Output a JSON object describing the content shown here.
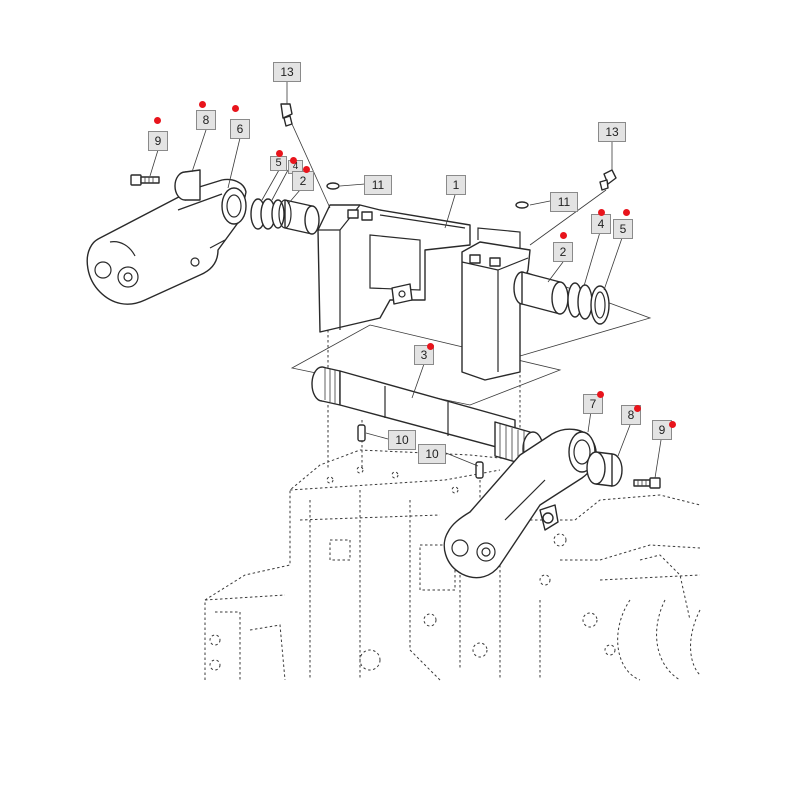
{
  "colors": {
    "ink": "#2a2a2a",
    "marker": "#e8141c",
    "callout_fill": "#e3e3e3",
    "callout_border": "#8a8a8a"
  },
  "callouts": [
    {
      "id": "c13a",
      "text": "13"
    },
    {
      "id": "c13b",
      "text": "13"
    },
    {
      "id": "c9a",
      "text": "9"
    },
    {
      "id": "c8a",
      "text": "8"
    },
    {
      "id": "c6",
      "text": "6"
    },
    {
      "id": "c5a",
      "text": "5"
    },
    {
      "id": "c4a",
      "text": "4"
    },
    {
      "id": "c2a",
      "text": "2"
    },
    {
      "id": "c11a",
      "text": "11"
    },
    {
      "id": "c1",
      "text": "1"
    },
    {
      "id": "c11b",
      "text": "11"
    },
    {
      "id": "c4b",
      "text": "4"
    },
    {
      "id": "c5b",
      "text": "5"
    },
    {
      "id": "c2b",
      "text": "2"
    },
    {
      "id": "c3",
      "text": "3"
    },
    {
      "id": "c7",
      "text": "7"
    },
    {
      "id": "c8b",
      "text": "8"
    },
    {
      "id": "c9b",
      "text": "9"
    },
    {
      "id": "c10a",
      "text": "10"
    },
    {
      "id": "c10b",
      "text": "10"
    }
  ]
}
